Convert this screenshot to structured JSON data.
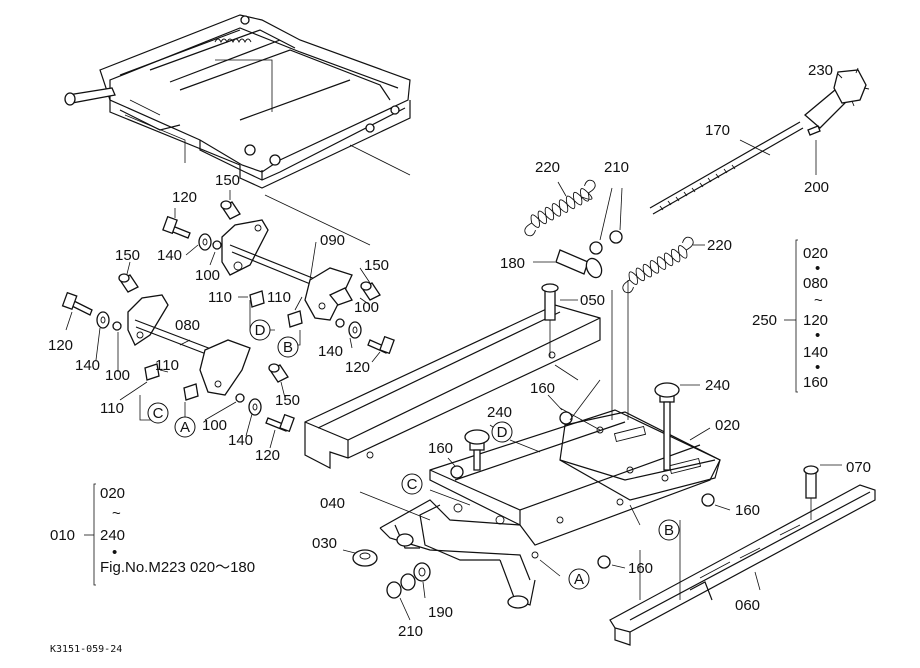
{
  "diagram": {
    "part_numbers": {
      "p230": "230",
      "p170": "170",
      "p200": "200",
      "p220_left": "220",
      "p210_top": "210",
      "p220_right": "220",
      "p180": "180",
      "p050": "050",
      "p150_a": "150",
      "p120_a": "120",
      "p140_a": "140",
      "p100_a": "100",
      "p090": "090",
      "p150_b": "150",
      "p110_a": "110",
      "p110_b": "110",
      "p100_b": "100",
      "p150_c": "150",
      "p080": "080",
      "p120_b": "120",
      "p140_b": "140",
      "p100_c": "100",
      "p110_c": "110",
      "p110_d": "110",
      "p140_c": "140",
      "p120_c": "120",
      "p150_d": "150",
      "p100_d": "100",
      "p140_d": "140",
      "p120_d": "120",
      "p240_a": "240",
      "p240_b": "240",
      "p160_a": "160",
      "p160_b": "160",
      "p160_c": "160",
      "p160_d": "160",
      "p020": "020",
      "p070": "070",
      "p040": "040",
      "p030": "030",
      "p190": "190",
      "p210_bottom": "210",
      "p060": "060",
      "p010": "010"
    },
    "group_250": {
      "label": "250",
      "items": [
        "020",
        "080",
        "120",
        "140",
        "160"
      ],
      "separators": [
        "•",
        "~",
        "•",
        "•"
      ]
    },
    "group_010": {
      "items": [
        "020",
        "240"
      ],
      "separators": [
        "~",
        "•"
      ],
      "reference": "Fig.No.M223 020～180"
    },
    "callouts": {
      "A": "A",
      "B": "B",
      "C": "C",
      "D": "D"
    },
    "footer_code": "K3151-059-24"
  }
}
